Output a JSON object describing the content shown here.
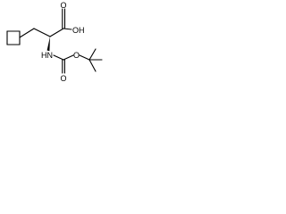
{
  "diagram": {
    "type": "skeletal-chemical-structure",
    "stereo_marks": [
      "wedge-bond"
    ],
    "atoms": {
      "carboxyl_hydroxyl": "OH",
      "carbonyl_oxygen_acid": "O",
      "amine": "HN",
      "carbamate_carbonyl_oxygen": "O",
      "carbamate_ester_oxygen": "O"
    },
    "line_color": "#000000",
    "background_color": "#ffffff"
  }
}
